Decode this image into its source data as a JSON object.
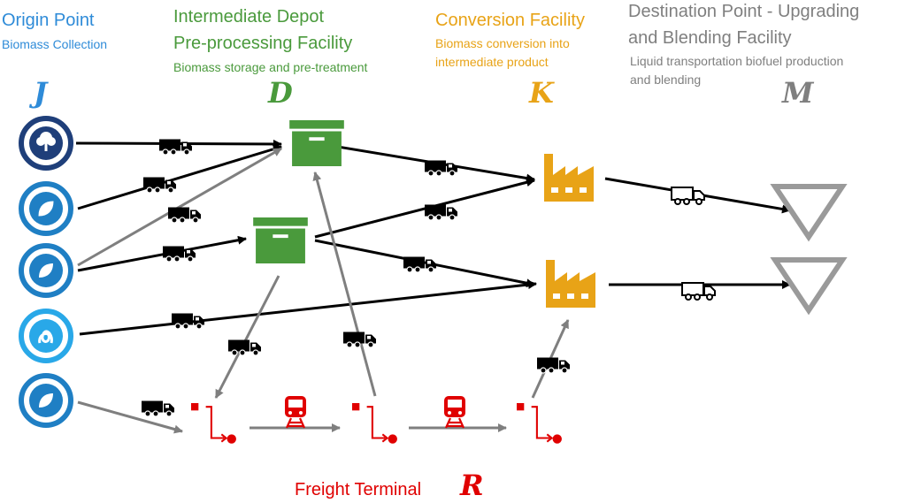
{
  "headers": {
    "origin": {
      "title": "Origin Point",
      "subtitle": "Biomass Collection",
      "symbol": "J",
      "color": "#2E8BD8"
    },
    "depot": {
      "title_line1": "Intermediate Depot",
      "title_line2": "Pre-processing Facility",
      "subtitle": "Biomass storage and pre-treatment",
      "symbol": "D",
      "color": "#4A9A3C"
    },
    "conversion": {
      "title": "Conversion Facility",
      "subtitle_line1": "Biomass conversion into",
      "subtitle_line2": "intermediate product",
      "symbol": "K",
      "color": "#E8A317"
    },
    "destination": {
      "title_line1": "Destination Point - Upgrading",
      "title_line2": "and Blending Facility",
      "subtitle_line1": "Liquid transportation biofuel production",
      "subtitle_line2": "and blending",
      "symbol": "M",
      "color": "#7F7F7F"
    }
  },
  "freight": {
    "label": "Freight Terminal",
    "symbol": "R",
    "color": "#E00000"
  },
  "origin_nodes": [
    {
      "icon": "tree-icon",
      "ring": "#1F3F7A"
    },
    {
      "icon": "leaf-icon",
      "ring": "#1F7FC4"
    },
    {
      "icon": "leaf-icon",
      "ring": "#1F7FC4"
    },
    {
      "icon": "pretzel-icon",
      "ring": "#29A8E8"
    },
    {
      "icon": "leaf-icon",
      "ring": "#1F7FC4"
    }
  ],
  "colors": {
    "truck": "#000000",
    "rail": "#E00000",
    "depot": "#4A9A3C",
    "factory": "#E8A317",
    "destination": "#9A9A9A",
    "arrow_dark": "#000000",
    "arrow_gray": "#7F7F7F"
  }
}
